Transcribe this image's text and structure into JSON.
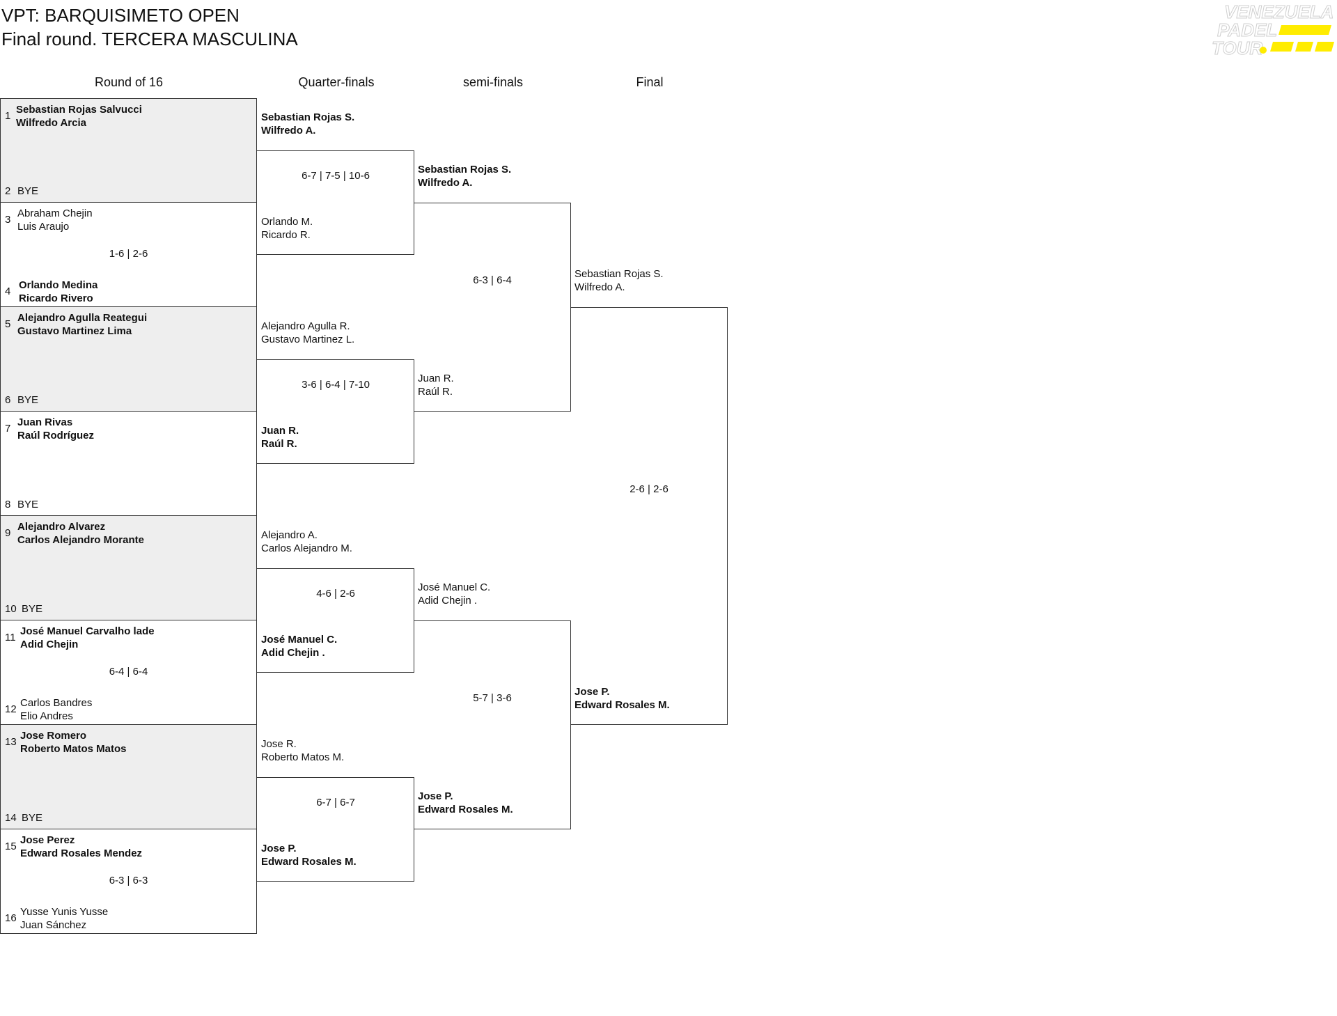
{
  "header": {
    "title_line1": "VPT: BARQUISIMETO OPEN",
    "title_line2": "Final round. TERCERA MASCULINA",
    "logo_text": [
      "VENEZUELA",
      "PADEL",
      "TOUR"
    ],
    "logo_color": "#ffec00"
  },
  "rounds": [
    "Round of 16",
    "Quarter-finals",
    "semi-finals",
    "Final"
  ],
  "r16": [
    {
      "top": {
        "seed": "1",
        "p1": "Sebastian Rojas Salvucci",
        "p2": "Wilfredo Arcia",
        "win": true
      },
      "bottom": {
        "seed": "2",
        "bye": "BYE"
      },
      "score": "",
      "gray": true
    },
    {
      "top": {
        "seed": "3",
        "p1": "Abraham Chejin",
        "p2": "Luis Araujo",
        "win": false
      },
      "bottom": {
        "seed": "4",
        "p1": "Orlando Medina",
        "p2": "Ricardo Rivero",
        "win": true
      },
      "score": "1-6 | 2-6",
      "gray": false
    },
    {
      "top": {
        "seed": "5",
        "p1": "Alejandro Agulla Reategui",
        "p2": "Gustavo Martinez Lima",
        "win": true
      },
      "bottom": {
        "seed": "6",
        "bye": "BYE"
      },
      "score": "",
      "gray": true
    },
    {
      "top": {
        "seed": "7",
        "p1": "Juan Rivas",
        "p2": "Raúl Rodríguez",
        "win": true
      },
      "bottom": {
        "seed": "8",
        "bye": "BYE"
      },
      "score": "",
      "gray": false
    },
    {
      "top": {
        "seed": "9",
        "p1": "Alejandro Alvarez",
        "p2": "Carlos Alejandro Morante",
        "win": true
      },
      "bottom": {
        "seed": "10",
        "bye": "BYE"
      },
      "score": "",
      "gray": true
    },
    {
      "top": {
        "seed": "11",
        "p1": "José Manuel Carvalho lade",
        "p2": "Adid Chejin",
        "win": true
      },
      "bottom": {
        "seed": "12",
        "p1": "Carlos Bandres",
        "p2": "Elio Andres",
        "win": false
      },
      "score": "6-4 | 6-4",
      "gray": false
    },
    {
      "top": {
        "seed": "13",
        "p1": "Jose Romero",
        "p2": "Roberto Matos Matos",
        "win": true
      },
      "bottom": {
        "seed": "14",
        "bye": "BYE"
      },
      "score": "",
      "gray": true
    },
    {
      "top": {
        "seed": "15",
        "p1": "Jose Perez",
        "p2": "Edward Rosales Mendez",
        "win": true
      },
      "bottom": {
        "seed": "16",
        "p1": "Yusse Yunis Yusse",
        "p2": "Juan Sánchez",
        "win": false
      },
      "score": "6-3 | 6-3",
      "gray": false
    }
  ],
  "qf": [
    {
      "top": {
        "p1": "Sebastian Rojas S.",
        "p2": "Wilfredo A.",
        "win": true
      },
      "bottom": {
        "p1": "Orlando M.",
        "p2": "Ricardo R.",
        "win": false
      },
      "score": "6-7 | 7-5 | 10-6"
    },
    {
      "top": {
        "p1": "Alejandro Agulla R.",
        "p2": "Gustavo Martinez L.",
        "win": false
      },
      "bottom": {
        "p1": "Juan R.",
        "p2": "Raúl R.",
        "win": true
      },
      "score": "3-6 | 6-4 | 7-10"
    },
    {
      "top": {
        "p1": "Alejandro A.",
        "p2": "Carlos Alejandro M.",
        "win": false
      },
      "bottom": {
        "p1": "José Manuel C.",
        "p2": "Adid Chejin .",
        "win": true
      },
      "score": "4-6 | 2-6"
    },
    {
      "top": {
        "p1": "Jose R.",
        "p2": "Roberto Matos M.",
        "win": false
      },
      "bottom": {
        "p1": "Jose P.",
        "p2": "Edward Rosales M.",
        "win": true
      },
      "score": "6-7 | 6-7"
    }
  ],
  "sf": [
    {
      "top": {
        "p1": "Sebastian Rojas S.",
        "p2": "Wilfredo A.",
        "win": true
      },
      "bottom": {
        "p1": "Juan R.",
        "p2": "Raúl R.",
        "win": false
      },
      "score": "6-3 | 6-4"
    },
    {
      "top": {
        "p1": "José Manuel C.",
        "p2": "Adid Chejin .",
        "win": false
      },
      "bottom": {
        "p1": "Jose P.",
        "p2": "Edward Rosales M.",
        "win": true
      },
      "score": "5-7 | 3-6"
    }
  ],
  "final": [
    {
      "top": {
        "p1": "Sebastian Rojas S.",
        "p2": "Wilfredo A.",
        "win": false
      },
      "bottom": {
        "p1": "Jose P.",
        "p2": "Edward Rosales M.",
        "win": true
      },
      "score": "2-6 | 2-6"
    }
  ]
}
